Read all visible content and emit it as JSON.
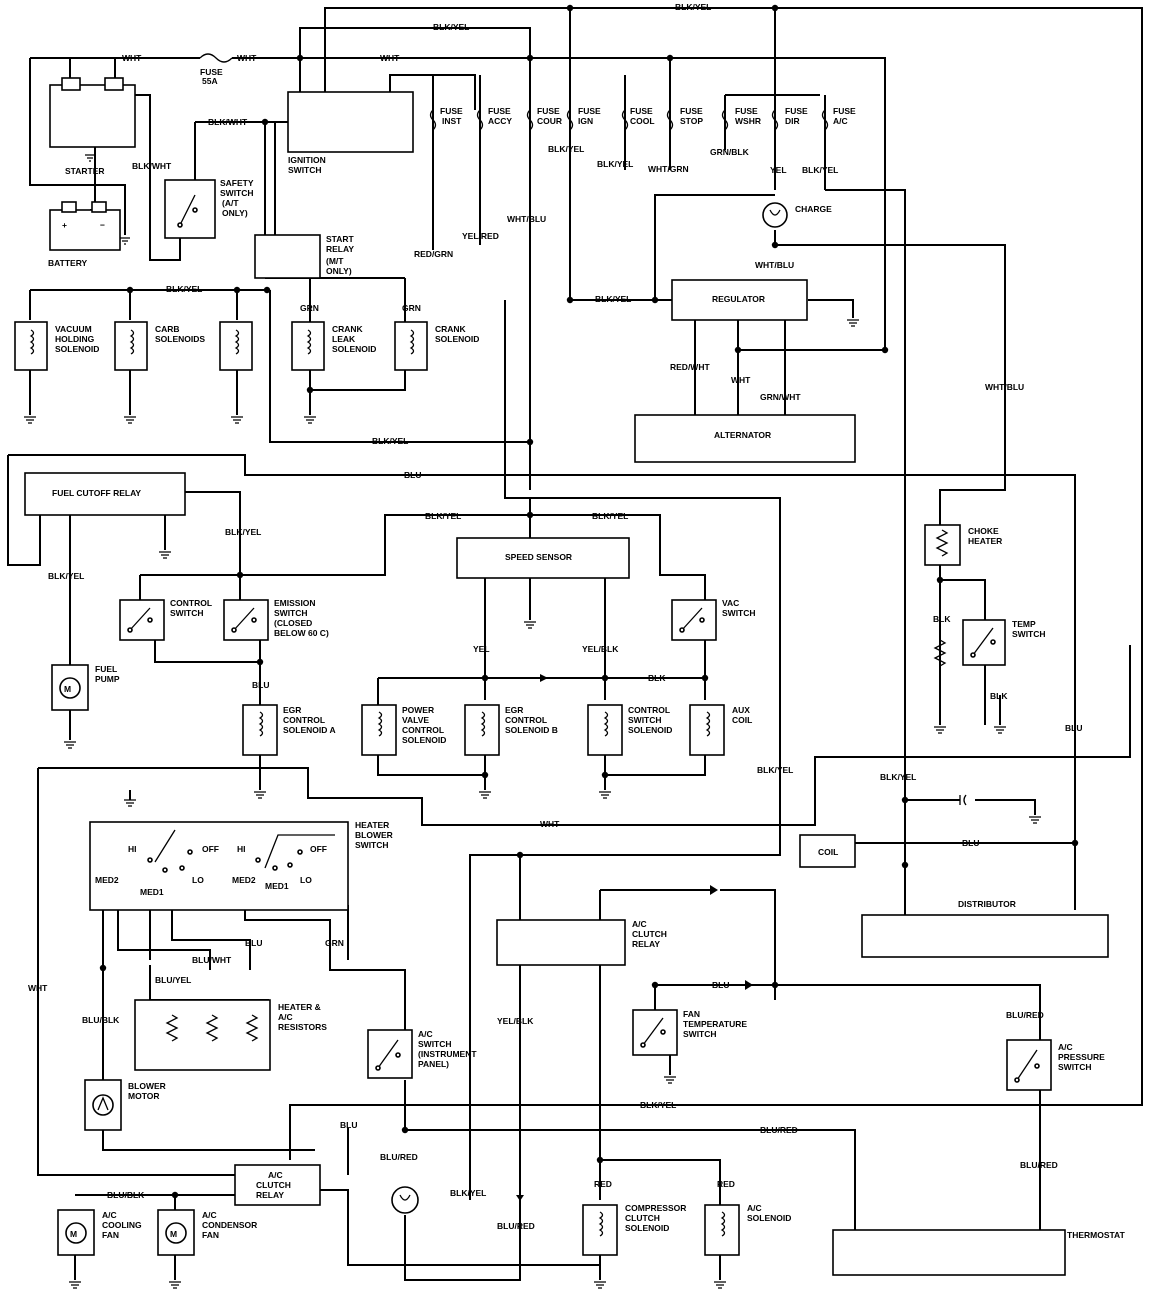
{
  "wire_labels": {
    "wht_top_left": "WHT",
    "wht_top_mid": "WHT",
    "wht_top_right": "WHT",
    "blk_yel_top": "BLK/YEL",
    "blk_yel_topmost": "BLK/YEL",
    "blk_wht_a": "BLK/WHT",
    "blk_wht_b": "BLK/WHT",
    "blk_yel_solenoids": "BLK/YEL",
    "grn_a": "GRN",
    "grn_b": "GRN",
    "blk_yel_ign": "BLK/YEL",
    "blk_yel_cool": "BLK/YEL",
    "wht_grn": "WHT/GRN",
    "grn_blk": "GRN/BLK",
    "yel": "YEL",
    "blk_yel_ac": "BLK/YEL",
    "red_grn": "RED/GRN",
    "yel_red": "YEL/RED",
    "wht_blu": "WHT/BLU",
    "wht_blu_2": "WHT/BLU",
    "blk_yel_reg": "BLK/YEL",
    "red_wht": "RED/WHT",
    "wht_alt": "WHT",
    "grn_wht": "GRN/WHT",
    "blk_yel_mid": "BLK/YEL",
    "wht_blu_right": "WHT/BLU",
    "blu_top": "BLU",
    "blk_yel_fc": "BLK/YEL",
    "blk_yel_ss_l": "BLK/YEL",
    "blk_yel_ss_r": "BLK/YEL",
    "blk_yel_pump": "BLK/YEL",
    "blu_egr": "BLU",
    "yel_ss": "YEL",
    "yel_blk_ss": "YEL/BLK",
    "blk_ss": "BLK",
    "blk_choke": "BLK",
    "blk_temp": "BLK",
    "blu_right": "BLU",
    "blk_yel_dist": "BLK/YEL",
    "blk_yel_center": "BLK/YEL",
    "wht_heater": "WHT",
    "blu_coil": "BLU",
    "blu_heater": "BLU",
    "blu_wht": "BLU/WHT",
    "blu_yel": "BLU/YEL",
    "grn_heater": "GRN",
    "wht_left": "WHT",
    "blu_blk": "BLU/BLK",
    "blu_ac": "BLU",
    "blu_red_ac_pres": "BLU/RED",
    "yel_blk_acr": "YEL/BLK",
    "blk_yel_bottom": "BLK/YEL",
    "blu_left": "BLU",
    "blu_red_switch": "BLU/RED",
    "blu_red_thermo": "BLU/RED",
    "blu_red_right": "BLU/RED",
    "blk_yel_lower": "BLK/YEL",
    "blu_red_bottom": "BLU/RED",
    "red_comp": "RED",
    "red_ac": "RED",
    "blu_blk_fan": "BLU/BLK"
  },
  "fuses": {
    "main": [
      "FUSE",
      "55A"
    ],
    "inst": [
      "FUSE",
      "INST"
    ],
    "accy": [
      "FUSE",
      "ACCY"
    ],
    "cour": [
      "FUSE",
      "COUR"
    ],
    "ign": [
      "FUSE",
      "IGN"
    ],
    "cool": [
      "FUSE",
      "COOL"
    ],
    "stop": [
      "FUSE",
      "STOP"
    ],
    "wshr": [
      "FUSE",
      "WSHR"
    ],
    "dir": [
      "FUSE",
      "DIR"
    ],
    "ac": [
      "FUSE",
      "A/C"
    ]
  },
  "components": {
    "starter": "STARTER",
    "battery": "BATTERY",
    "ignition_switch": [
      "IGNITION",
      "SWITCH"
    ],
    "safety_switch": [
      "SAFETY",
      "SWITCH",
      "(A/T",
      "ONLY)"
    ],
    "start_relay": [
      "START",
      "RELAY",
      "(M/T",
      "ONLY)"
    ],
    "vacuum_solenoid": [
      "VACUUM",
      "HOLDING",
      "SOLENOID"
    ],
    "carb_solenoids": [
      "CARB",
      "SOLENOIDS"
    ],
    "crank_leak": [
      "CRANK",
      "LEAK",
      "SOLENOID"
    ],
    "crank_solenoid": [
      "CRANK",
      "SOLENOID"
    ],
    "charge": "CHARGE",
    "regulator": "REGULATOR",
    "alternator": "ALTERNATOR",
    "fuel_cutoff_relay": "FUEL CUTOFF RELAY",
    "speed_sensor": "SPEED SENSOR",
    "control_switch": [
      "CONTROL",
      "SWITCH"
    ],
    "emission_switch": [
      "EMISSION",
      "SWITCH",
      "(CLOSED",
      "BELOW 60 C)"
    ],
    "vac_switch": [
      "VAC",
      "SWITCH"
    ],
    "choke_heater": [
      "CHOKE",
      "HEATER"
    ],
    "temp_switch": [
      "TEMP",
      "SWITCH"
    ],
    "fuel_pump": [
      "FUEL",
      "PUMP"
    ],
    "egr_a": [
      "EGR",
      "CONTROL",
      "SOLENOID A"
    ],
    "power_valve": [
      "POWER",
      "VALVE",
      "CONTROL",
      "SOLENOID"
    ],
    "egr_b": [
      "EGR",
      "CONTROL",
      "SOLENOID B"
    ],
    "control_switch_solenoid": [
      "CONTROL",
      "SWITCH",
      "SOLENOID"
    ],
    "aux_coil": [
      "AUX",
      "COIL"
    ],
    "heater_blower_switch": [
      "HEATER",
      "BLOWER",
      "SWITCH"
    ],
    "sw_hi": "HI",
    "sw_off": "OFF",
    "sw_med2": "MED2",
    "sw_med1": "MED1",
    "sw_lo": "LO",
    "coil": "COIL",
    "distributor": "DISTRIBUTOR",
    "ac_clutch_relay": [
      "A/C",
      "CLUTCH",
      "RELAY"
    ],
    "heater_resistors": [
      "HEATER &",
      "A/C",
      "RESISTORS"
    ],
    "fan_temp_switch": [
      "FAN",
      "TEMPERATURE",
      "SWITCH"
    ],
    "ac_pressure_switch": [
      "A/C",
      "PRESSURE",
      "SWITCH"
    ],
    "ac_switch": [
      "A/C",
      "SWITCH",
      "(INSTRUMENT",
      "PANEL)"
    ],
    "blower_motor": [
      "BLOWER",
      "MOTOR"
    ],
    "ac_clutch_relay_2": [
      "A/C",
      "CLUTCH",
      "RELAY"
    ],
    "ac_cooling_fan": [
      "A/C",
      "COOLING",
      "FAN"
    ],
    "ac_condensor_fan": [
      "A/C",
      "CONDENSOR",
      "FAN"
    ],
    "compressor_clutch": [
      "COMPRESSOR",
      "CLUTCH",
      "SOLENOID"
    ],
    "ac_solenoid": [
      "A/C",
      "SOLENOID"
    ],
    "thermostat": "THERMOSTAT"
  }
}
